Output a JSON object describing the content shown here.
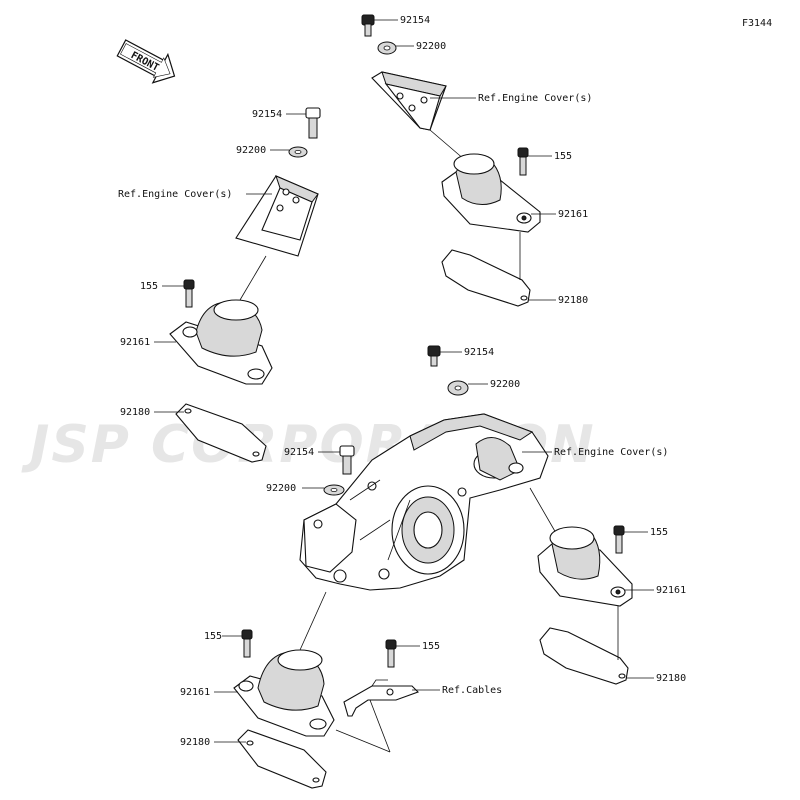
{
  "figure_code": "F3144",
  "front_arrow_label": "FRONT",
  "watermark": "JSP CORPORATION",
  "labels": {
    "tr_bolt": "92154",
    "tr_washer": "92200",
    "tr_ref": "Ref.Engine Cover(s)",
    "tr_155": "155",
    "tr_mount": "92161",
    "tr_plate": "92180",
    "tl_bolt": "92154",
    "tl_washer": "92200",
    "tl_ref": "Ref.Engine Cover(s)",
    "tl_155": "155",
    "tl_mount": "92161",
    "tl_plate": "92180",
    "cr_bolt": "92154",
    "cr_washer": "92200",
    "cr_ref": "Ref.Engine Cover(s)",
    "cl_bolt": "92154",
    "cl_washer": "92200",
    "mr_155": "155",
    "mr_mount": "92161",
    "mr_plate": "92180",
    "bl_155": "155",
    "bl_mount": "92161",
    "bl_plate": "92180",
    "bc_155": "155",
    "bc_ref": "Ref.Cables"
  }
}
